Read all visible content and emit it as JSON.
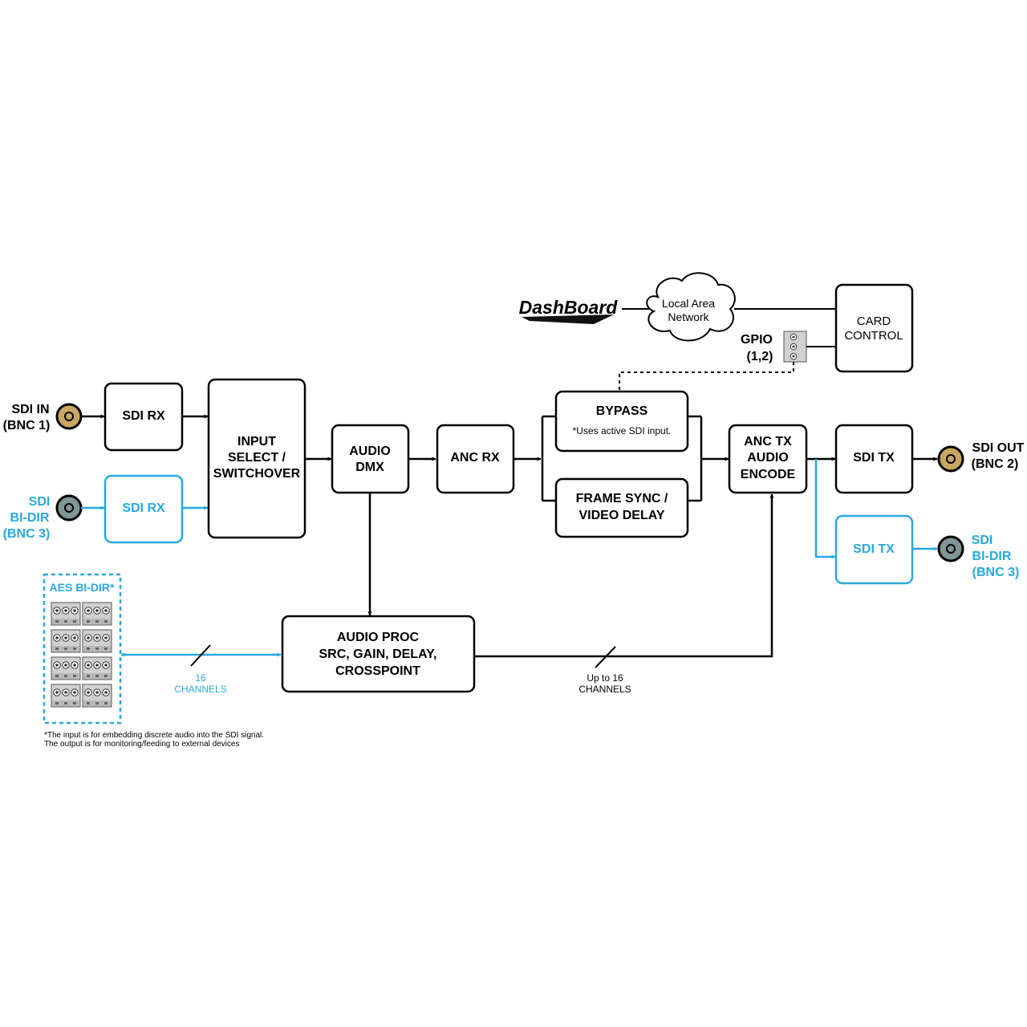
{
  "colors": {
    "line": "#000000",
    "accent": "#29a8e0",
    "bnc_gold": "#c8a762",
    "bnc_gray": "#7f9694"
  },
  "logo": {
    "text": "DashBoard"
  },
  "network": {
    "line1": "Local Area",
    "line2": "Network"
  },
  "card_control": {
    "line1": "CARD",
    "line2": "CONTROL"
  },
  "gpio": {
    "line1": "GPIO",
    "line2": "(1,2)"
  },
  "inputs": {
    "sdi_in": {
      "line1": "SDI IN",
      "line2": "(BNC 1)"
    },
    "sdi_bidir": {
      "line1": "SDI",
      "line2": "BI-DIR",
      "line3": "(BNC 3)"
    }
  },
  "outputs": {
    "sdi_out": {
      "line1": "SDI OUT",
      "line2": "(BNC 2)"
    },
    "sdi_bidir": {
      "line1": "SDI",
      "line2": "BI-DIR",
      "line3": "(BNC 3)"
    }
  },
  "blocks": {
    "sdi_rx_1": "SDI RX",
    "sdi_rx_3": "SDI RX",
    "input_select": {
      "line1": "INPUT",
      "line2": "SELECT /",
      "line3": "SWITCHOVER"
    },
    "audio_dmx": {
      "line1": "AUDIO",
      "line2": "DMX"
    },
    "anc_rx": "ANC RX",
    "bypass": {
      "title": "BYPASS",
      "note": "*Uses active SDI input."
    },
    "frame_sync": {
      "line1": "FRAME SYNC /",
      "line2": "VIDEO DELAY"
    },
    "anc_tx": {
      "line1": "ANC TX",
      "line2": "AUDIO",
      "line3": "ENCODE"
    },
    "sdi_tx_2": "SDI TX",
    "sdi_tx_3": "SDI TX",
    "audio_proc": {
      "line1": "AUDIO PROC",
      "line2": "SRC, GAIN, DELAY,",
      "line3": "CROSSPOINT"
    }
  },
  "aes": {
    "title": "AES BI-DIR*"
  },
  "channels_in": {
    "line1": "16",
    "line2": "CHANNELS"
  },
  "channels_out": {
    "line1": "Up to 16",
    "line2": "CHANNELS"
  },
  "footnote": {
    "line1": "*The input is for embedding discrete audio into the SDI signal.",
    "line2": "The output is for monitoring/feeding to external devices"
  }
}
